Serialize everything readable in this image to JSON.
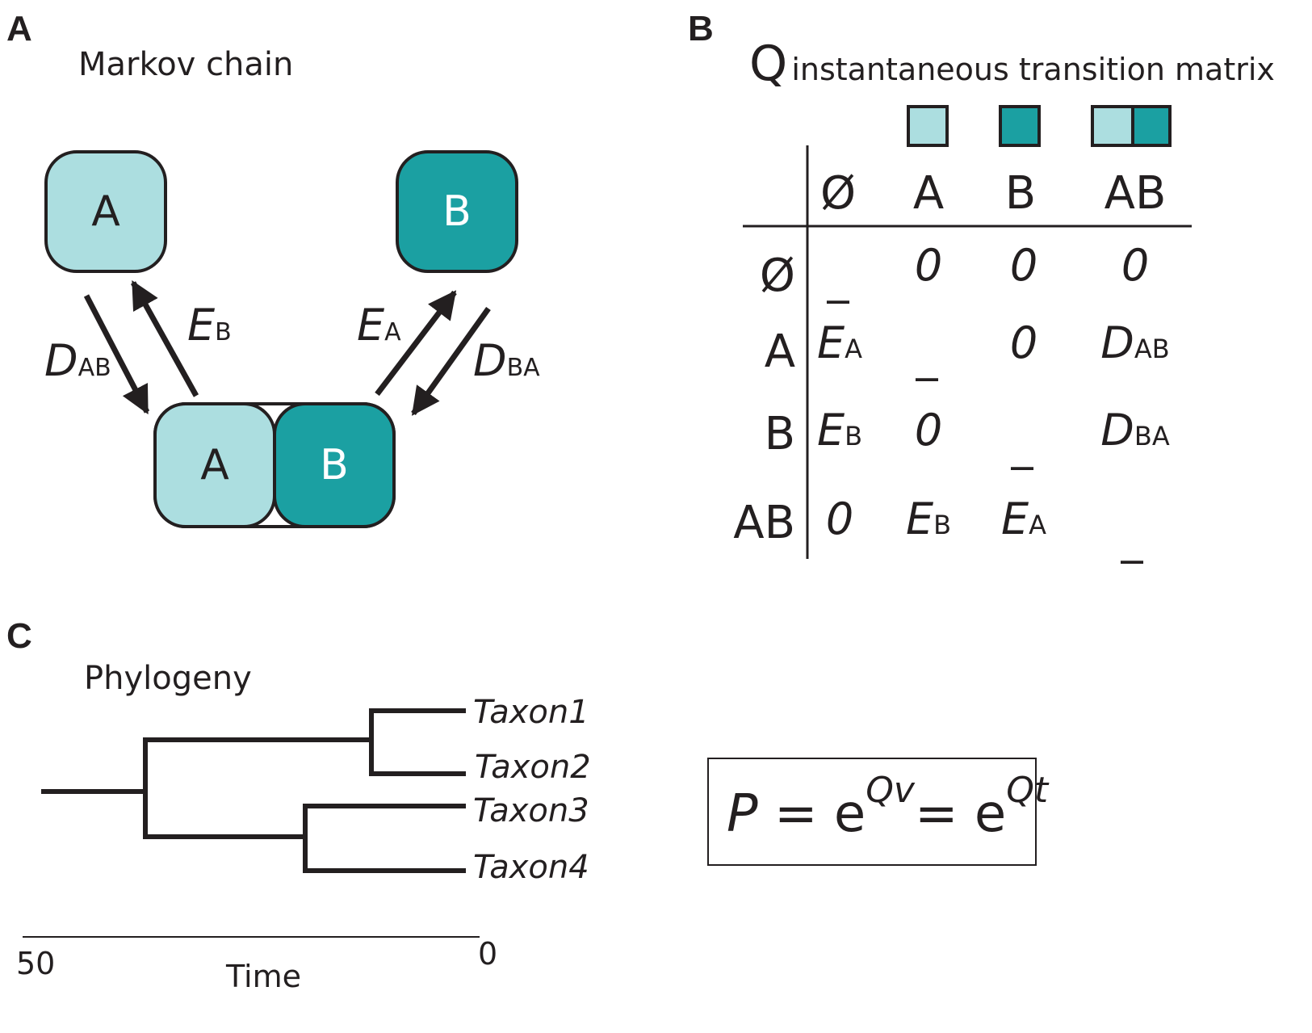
{
  "panels": {
    "a": "A",
    "b": "B",
    "c": "C"
  },
  "markov": {
    "title": "Markov chain",
    "state_a": "A",
    "state_b": "B",
    "combined_a": "A",
    "combined_b": "B",
    "d_ab": {
      "main": "D",
      "sub": "AB"
    },
    "e_b": {
      "main": "E",
      "sub": "B"
    },
    "e_a": {
      "main": "E",
      "sub": "A"
    },
    "d_ba": {
      "main": "D",
      "sub": "BA"
    }
  },
  "matrix": {
    "title_symbol": "Q",
    "title_text": "instantaneous transition matrix",
    "col_headers": [
      "Ø",
      "A",
      "B",
      "AB"
    ],
    "row_headers": [
      "Ø",
      "A",
      "B",
      "AB"
    ],
    "cells": [
      [
        "_",
        "0",
        "0",
        "0"
      ],
      [
        {
          "main": "E",
          "sub": "A"
        },
        "_",
        "0",
        {
          "main": "D",
          "sub": "AB"
        }
      ],
      [
        {
          "main": "E",
          "sub": "B"
        },
        "0",
        "_",
        {
          "main": "D",
          "sub": "BA"
        }
      ],
      [
        "0",
        {
          "main": "E",
          "sub": "B"
        },
        {
          "main": "E",
          "sub": "A"
        },
        "_"
      ]
    ],
    "swatch_colors": {
      "light": "#acdee0",
      "dark": "#1ba0a2"
    }
  },
  "phylogeny": {
    "title": "Phylogeny",
    "taxa": [
      "Taxon1",
      "Taxon2",
      "Taxon3",
      "Taxon4"
    ],
    "axis_label": "Time",
    "axis_start": "50",
    "axis_end": "0"
  },
  "formula": {
    "p": "P",
    "eq1": "=",
    "e1": "e",
    "exp1": "Qv",
    "eq2": "=",
    "e2": "e",
    "exp2": "Qt"
  }
}
